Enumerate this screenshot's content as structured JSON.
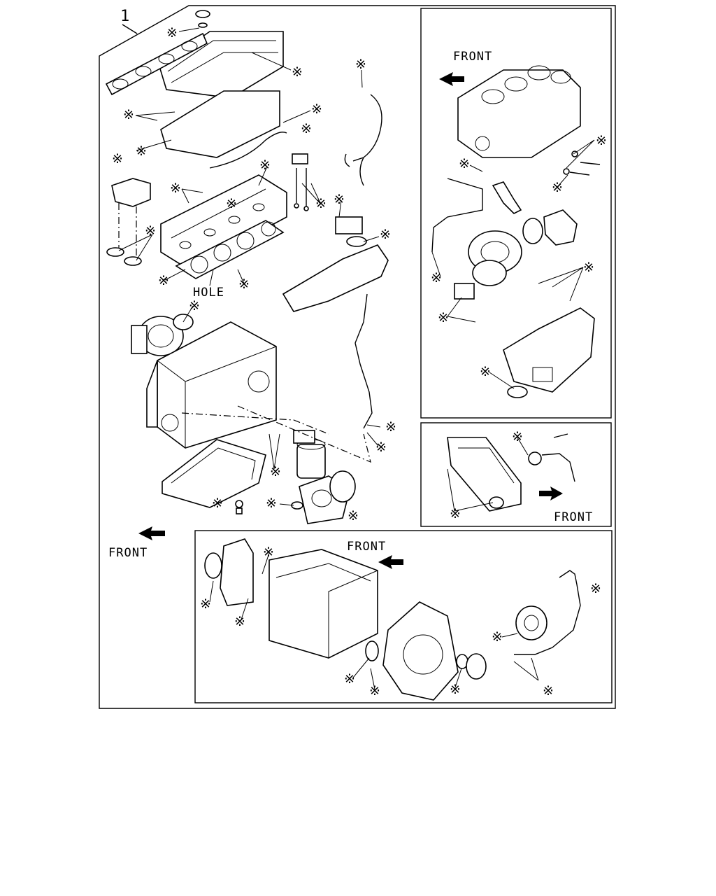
{
  "diagram": {
    "item_number": "1",
    "labels": {
      "front": "FRONT",
      "hole": "HOLE"
    },
    "marker_symbol": "※",
    "colors": {
      "ink": "#000000",
      "paper": "#ffffff"
    }
  }
}
